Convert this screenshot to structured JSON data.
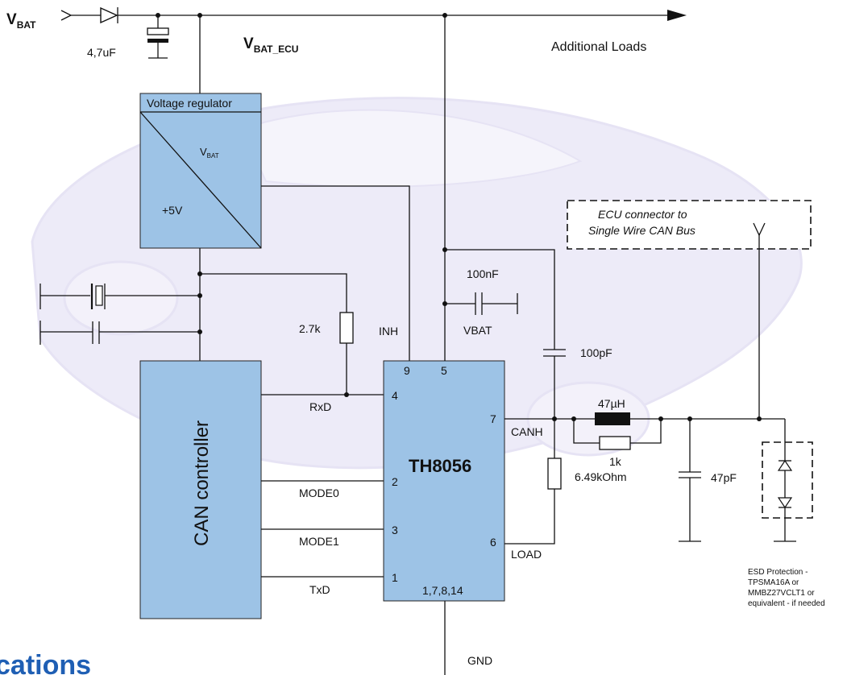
{
  "supply": {
    "vbat_main": "V",
    "vbat_sub": "BAT",
    "bus_main": "V",
    "bus_sub": "BAT_ECU",
    "cap_input": "4,7uF",
    "additional_loads": "Additional Loads"
  },
  "regulator": {
    "title": "Voltage regulator",
    "vin_main": "V",
    "vin_sub": "BAT",
    "vout": "+5V"
  },
  "can_controller": {
    "label": "CAN controller"
  },
  "transceiver": {
    "name": "TH8056",
    "pin_9": "9",
    "pin_5": "5",
    "pin_4": "4",
    "pin_2": "2",
    "pin_3": "3",
    "pin_1": "1",
    "pin_7": "7",
    "pin_6": "6",
    "pin_gnd": "1,7,8,14"
  },
  "signals": {
    "inh": "INH",
    "vbat": "VBAT",
    "rxd": "RxD",
    "mode0": "MODE0",
    "mode1": "MODE1",
    "txd": "TxD",
    "canh": "CANH",
    "load": "LOAD",
    "gnd": "GND"
  },
  "components": {
    "r_pullup": "2.7k",
    "c_decouple": "100nF",
    "c_canh": "100pF",
    "inductor": "47µH",
    "r_parallel": "1k",
    "r_load": "6.49kOhm",
    "c_bus": "47pF"
  },
  "connector": {
    "line1": "ECU connector to",
    "line2": "Single Wire CAN Bus"
  },
  "esd": {
    "line1": "ESD Protection -",
    "line2": "TPSMA16A or",
    "line3": "MMBZ27VCLT1 or",
    "line4": "equivalent - if needed"
  },
  "brand_fragment": "cations",
  "colors": {
    "block_fill": "#9dc3e6",
    "car_watermark": "#c9c3e8",
    "brand_text": "#1f5fb4"
  }
}
